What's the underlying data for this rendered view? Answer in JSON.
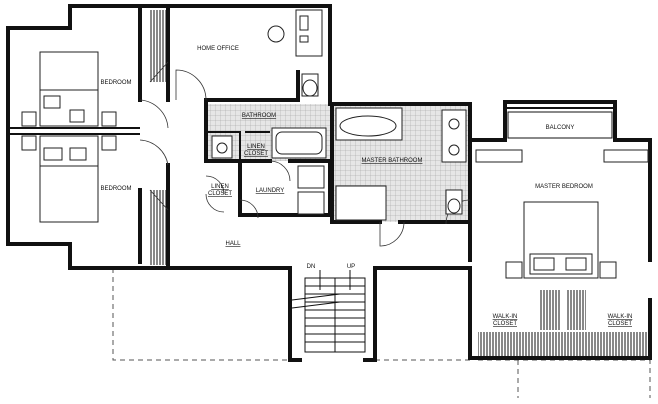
{
  "rooms": {
    "bedroom_1": "BEDROOM",
    "bedroom_2": "BEDROOM",
    "home_office": "HOME OFFICE",
    "bathroom": "BATHROOM",
    "linen_closet_1_line1": "LINEN",
    "linen_closet_1_line2": "CLOSET",
    "linen_closet_2_line1": "LINEN",
    "linen_closet_2_line2": "CLOSET",
    "laundry": "LAUNDRY",
    "hall": "HALL",
    "master_bathroom": "MASTER BATHROOM",
    "balcony": "BALCONY",
    "master_bedroom": "MASTER BEDROOM",
    "walk_in_closet_1_line1": "WALK-IN",
    "walk_in_closet_1_line2": "CLOSET",
    "walk_in_closet_2_line1": "WALK-IN",
    "walk_in_closet_2_line2": "CLOSET"
  },
  "stairs": {
    "down": "DN",
    "up": "UP"
  },
  "colors": {
    "wall": "#111111",
    "tile": "#bdbdbd",
    "background": "#ffffff"
  }
}
